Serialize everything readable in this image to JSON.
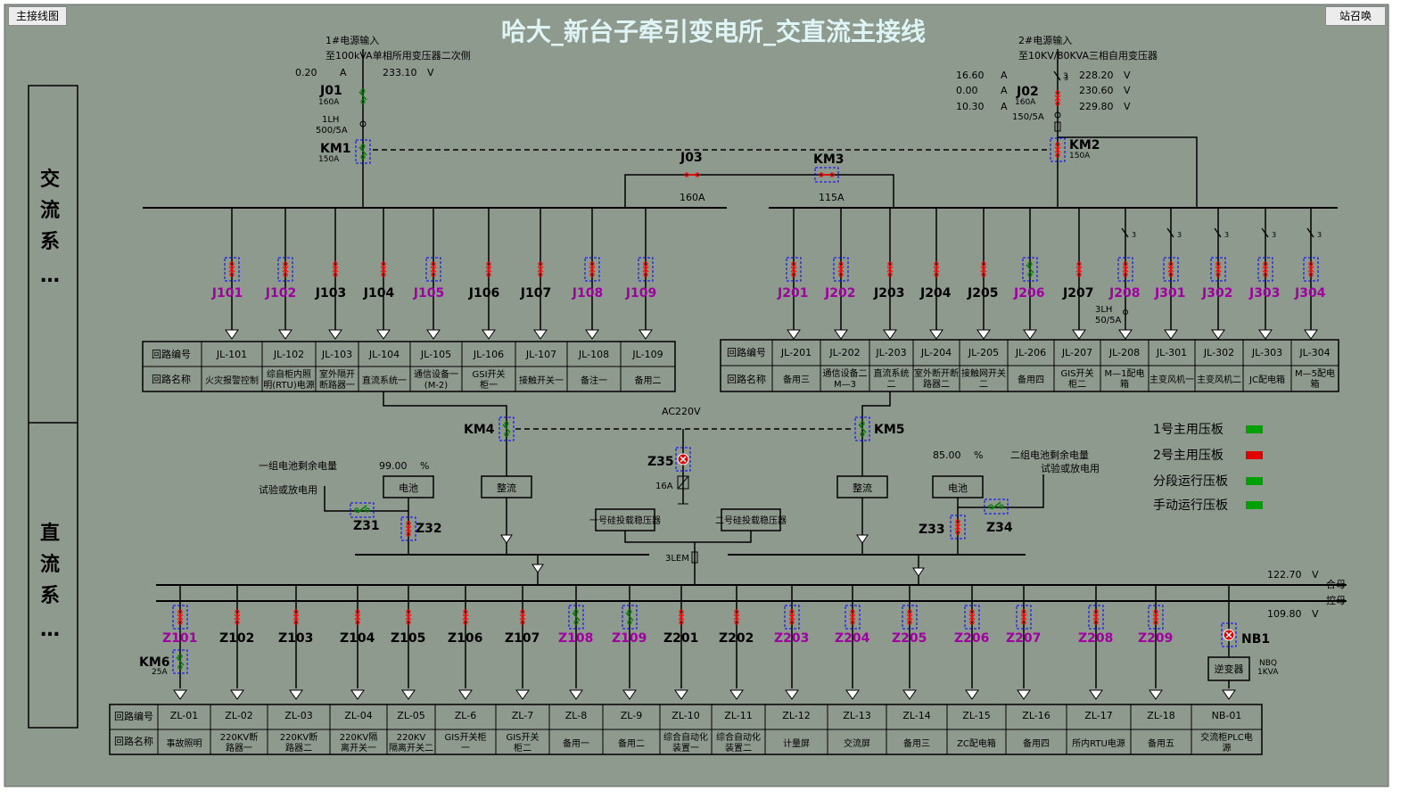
{
  "header": {
    "title": "哈大_新台子牵引变电所_交直流主接线",
    "left_button": "主接线图",
    "right_button": "站召唤"
  },
  "colors": {
    "background": "#8f9a8f",
    "title": "#dff4f4",
    "closed": "#008000",
    "open": "#ff0000",
    "remote": "#a000a0",
    "selection": "#0000ff"
  },
  "side": {
    "ac": [
      "交",
      "流",
      "系",
      "…"
    ],
    "dc": [
      "直",
      "流",
      "系",
      "…"
    ]
  },
  "source1": {
    "name": "1#电源输入",
    "desc": "至100kVA单相所用变压器二次侧",
    "current": "0.20",
    "current_unit": "A",
    "voltage": "233.10",
    "voltage_unit": "V",
    "ct": [
      "1LH",
      "500/5A"
    ]
  },
  "source2": {
    "name": "2#电源输入",
    "desc": "至10KV/80KVA三相自用变压器",
    "currents": [
      "16.60",
      "0.00",
      "10.30"
    ],
    "current_unit": "A",
    "voltages": [
      "228.20",
      "230.60",
      "229.80"
    ],
    "voltage_unit": "V",
    "ct": "150/5A",
    "phase": "3"
  },
  "switches": {
    "J01": {
      "label": "J01",
      "rating": "160A",
      "state": "closed"
    },
    "J02": {
      "label": "J02",
      "rating": "160A",
      "state": "open"
    },
    "KM1": {
      "label": "KM1",
      "rating": "150A",
      "state": "closed"
    },
    "KM2": {
      "label": "KM2",
      "rating": "150A",
      "state": "open"
    },
    "J03": {
      "label": "J03",
      "rating": "160A",
      "state": "open"
    },
    "KM3": {
      "label": "KM3",
      "rating": "115A",
      "state": "open"
    },
    "KM4": {
      "label": "KM4",
      "state": "closed"
    },
    "KM5": {
      "label": "KM5",
      "state": "closed"
    },
    "Z31": {
      "label": "Z31",
      "state": "closed"
    },
    "Z32": {
      "label": "Z32",
      "state": "open"
    },
    "Z33": {
      "label": "Z33",
      "state": "open"
    },
    "Z34": {
      "label": "Z34",
      "state": "closed"
    },
    "Z35": {
      "label": "Z35",
      "rating": "16A",
      "state": "fault"
    },
    "KM6": {
      "label": "KM6",
      "rating": "25A",
      "state": "closed"
    },
    "NB1": {
      "label": "NB1",
      "state": "fault"
    }
  },
  "ac_left_feeders": [
    {
      "label": "J101",
      "code": "JL-101",
      "name": "火灾报警控制",
      "state": "open",
      "remote": true
    },
    {
      "label": "J102",
      "code": "JL-102",
      "name": "综自柜内照明(RTU)电源",
      "state": "open",
      "remote": true
    },
    {
      "label": "J103",
      "code": "JL-103",
      "name": "室外隔开断路器一",
      "state": "open",
      "remote": false
    },
    {
      "label": "J104",
      "code": "JL-104",
      "name": "直流系统一",
      "state": "open",
      "remote": false
    },
    {
      "label": "J105",
      "code": "JL-105",
      "name": "通信设备一(M-2)",
      "state": "open",
      "remote": true
    },
    {
      "label": "J106",
      "code": "JL-106",
      "name": "GSI开关柜一",
      "state": "open",
      "remote": false
    },
    {
      "label": "J107",
      "code": "JL-107",
      "name": "接触开关一",
      "state": "open",
      "remote": false
    },
    {
      "label": "J108",
      "code": "JL-108",
      "name": "备注一",
      "state": "open",
      "remote": true
    },
    {
      "label": "J109",
      "code": "JL-109",
      "name": "备用二",
      "state": "open",
      "remote": true
    }
  ],
  "ac_right_feeders": [
    {
      "label": "J201",
      "code": "JL-201",
      "name": "备用三",
      "state": "open",
      "remote": true
    },
    {
      "label": "J202",
      "code": "JL-202",
      "name": "通信设备二M—3",
      "state": "open",
      "remote": true
    },
    {
      "label": "J203",
      "code": "JL-203",
      "name": "直流系统二",
      "state": "open",
      "remote": false
    },
    {
      "label": "J204",
      "code": "JL-204",
      "name": "室外断开断路器二",
      "state": "open",
      "remote": false
    },
    {
      "label": "J205",
      "code": "JL-205",
      "name": "接触网开关二",
      "state": "open",
      "remote": false
    },
    {
      "label": "J206",
      "code": "JL-206",
      "name": "备用四",
      "state": "closed",
      "remote": true
    },
    {
      "label": "J207",
      "code": "JL-207",
      "name": "GIS开关柜二",
      "state": "open",
      "remote": false
    },
    {
      "label": "J208",
      "code": "JL-208",
      "name": "M—1配电箱",
      "state": "open",
      "remote": true
    },
    {
      "label": "J301",
      "code": "JL-301",
      "name": "主变风机一",
      "state": "open",
      "remote": true
    },
    {
      "label": "J302",
      "code": "JL-302",
      "name": "主变风机二",
      "state": "open",
      "remote": true
    },
    {
      "label": "J303",
      "code": "JL-303",
      "name": "JC配电箱",
      "state": "open",
      "remote": true
    },
    {
      "label": "J304",
      "code": "JL-304",
      "name": "M—5配电箱",
      "state": "open",
      "remote": true
    }
  ],
  "ac_table_headers": {
    "code": "回路编号",
    "name": "回路名称"
  },
  "j208_ct": [
    "3LH",
    "50/5A"
  ],
  "ac220v": "AC220V",
  "battery1": {
    "label": "一组电池剩余电量",
    "value": "99.00",
    "unit": "%",
    "mode": "试验或放电用",
    "battery": "电池",
    "rectifier": "整流"
  },
  "battery2": {
    "label": "二组电池剩余电量",
    "value": "85.00",
    "unit": "%",
    "mode": "试验或放电用",
    "battery": "电池",
    "rectifier": "整流"
  },
  "stabilizer1": "一号硅投载稳压器",
  "stabilizer2": "二号硅投载稳压器",
  "lem": "3LEM",
  "bus": {
    "main": {
      "label": "合母",
      "value": "122.70",
      "unit": "V"
    },
    "control": {
      "label": "控母",
      "value": "109.80",
      "unit": "V"
    }
  },
  "dc_feeders": [
    {
      "label": "Z101",
      "code": "ZL-01",
      "name": "事故照明",
      "state": "open",
      "remote": true
    },
    {
      "label": "Z102",
      "code": "ZL-02",
      "name": "220KV断路器一",
      "state": "open",
      "remote": false
    },
    {
      "label": "Z103",
      "code": "ZL-03",
      "name": "220KV断路器二",
      "state": "open",
      "remote": false
    },
    {
      "label": "Z104",
      "code": "ZL-04",
      "name": "220KV隔离开关一",
      "state": "open",
      "remote": false
    },
    {
      "label": "Z105",
      "code": "ZL-05",
      "name": "220KV隔离开关二",
      "state": "open",
      "remote": false
    },
    {
      "label": "Z106",
      "code": "ZL-6",
      "name": "GIS开关柜一",
      "state": "open",
      "remote": false
    },
    {
      "label": "Z107",
      "code": "ZL-7",
      "name": "GIS开关柜二",
      "state": "open",
      "remote": false
    },
    {
      "label": "Z108",
      "code": "ZL-8",
      "name": "备用一",
      "state": "closed",
      "remote": true
    },
    {
      "label": "Z109",
      "code": "ZL-9",
      "name": "备用二",
      "state": "closed",
      "remote": true
    },
    {
      "label": "Z201",
      "code": "ZL-10",
      "name": "综合自动化装置一",
      "state": "open",
      "remote": false
    },
    {
      "label": "Z202",
      "code": "ZL-11",
      "name": "综合自动化装置二",
      "state": "open",
      "remote": false
    },
    {
      "label": "Z203",
      "code": "ZL-12",
      "name": "计量屏",
      "state": "open",
      "remote": true
    },
    {
      "label": "Z204",
      "code": "ZL-13",
      "name": "交流屏",
      "state": "open",
      "remote": true
    },
    {
      "label": "Z205",
      "code": "ZL-14",
      "name": "备用三",
      "state": "open",
      "remote": true
    },
    {
      "label": "Z206",
      "code": "ZL-15",
      "name": "ZC配电箱",
      "state": "open",
      "remote": true
    },
    {
      "label": "Z207",
      "code": "ZL-16",
      "name": "备用四",
      "state": "open",
      "remote": true
    },
    {
      "label": "Z208",
      "code": "ZL-17",
      "name": "所内RTU电源",
      "state": "open",
      "remote": true
    },
    {
      "label": "Z209",
      "code": "ZL-18",
      "name": "备用五",
      "state": "open",
      "remote": true
    },
    {
      "label": "NB1",
      "code": "NB-01",
      "name": "交流柜PLC电源",
      "state": "fault",
      "remote": false
    }
  ],
  "dc_table_headers": {
    "code": "回路编号",
    "name": "回路名称"
  },
  "inverter": {
    "label": "逆变器",
    "spec": [
      "NBQ",
      "1KVA"
    ]
  },
  "legend": [
    {
      "label": "1号主用压板",
      "color": "#00a000"
    },
    {
      "label": "2号主用压板",
      "color": "#e00000"
    },
    {
      "label": "分段运行压板",
      "color": "#00a000"
    },
    {
      "label": "手动运行压板",
      "color": "#00a000"
    }
  ]
}
